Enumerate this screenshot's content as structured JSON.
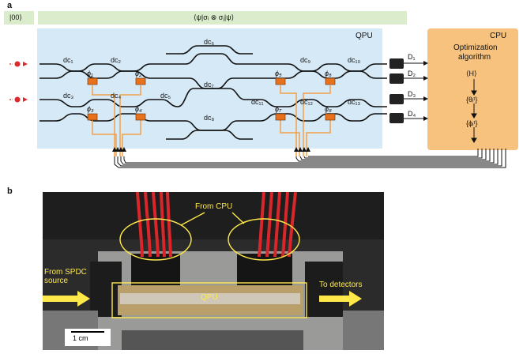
{
  "panel_a": {
    "label": "a",
    "ket_label": "|00⟩",
    "expectation_label": "⟨ψ|σᵢ ⊗ σⱼ|ψ⟩",
    "qpu_label": "QPU",
    "cpu_label": "CPU",
    "optimization_label_line1": "Optimization",
    "optimization_label_line2": "algorithm",
    "steps": [
      "⟨H⟩",
      "{θᵢᵗ}",
      "{ϕᵢᵗ}"
    ],
    "couplers": [
      "dc₁",
      "dc₂",
      "dc₃",
      "dc₄",
      "dc₅",
      "dc₆",
      "dc₇",
      "dc₈",
      "dc₉",
      "dc₁₀",
      "dc₁₁",
      "dc₁₂",
      "dc₁₃"
    ],
    "phases": [
      "ϕ₁",
      "ϕ₂",
      "ϕ₃",
      "ϕ₄",
      "ϕ₅",
      "ϕ₆",
      "ϕ₇",
      "ϕ₈"
    ],
    "detectors": [
      "D₁",
      "D₂",
      "D₃",
      "D₄"
    ],
    "colors": {
      "qpu_bg": "#d6e9f6",
      "cpu_bg": "#f7c27d",
      "green_bar": "#dbeccc",
      "heater": "#e8711c",
      "wire": "#f0a14a",
      "source": "#e0282a"
    }
  },
  "panel_b": {
    "label": "b",
    "from_cpu": "From CPU",
    "from_spdc_line1": "From SPDC",
    "from_spdc_line2": "source",
    "qpu_label": "QPU",
    "to_detectors": "To detectors",
    "scale": "1 cm"
  }
}
